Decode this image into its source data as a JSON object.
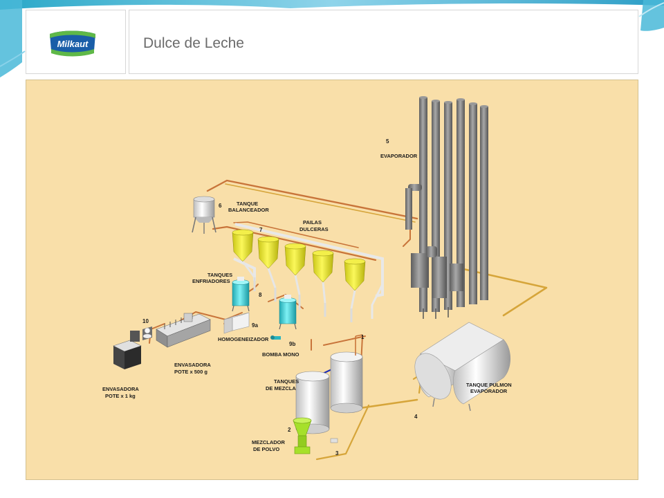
{
  "header": {
    "brand": "Milkaut",
    "title": "Dulce de Leche"
  },
  "diagram": {
    "labels": {
      "evaporador_num": "5",
      "evaporador": "EVAPORADOR",
      "tanque_bal_num": "6",
      "tanque_bal_1": "TANQUE",
      "tanque_bal_2": "BALANCEADOR",
      "pailas_num": "7",
      "pailas_1": "PAILAS",
      "pailas_2": "DULCERAS",
      "enfriadores_1": "TANQUES",
      "enfriadores_2": "ENFRIADORES",
      "enfriadores_num": "8",
      "envasadora_num": "10",
      "homog_num": "9a",
      "homog": "HOMOGENEIZADOR",
      "bomba_num": "9b",
      "bomba": "BOMBA MONO",
      "env500_1": "ENVASADORA",
      "env500_2": "POTE x 500 g",
      "env1kg_1": "ENVASADORA",
      "env1kg_2": "POTE x 1 kg",
      "mezcla_num": "1",
      "mezcla_1": "TANQUES",
      "mezcla_2": "DE MEZCLA",
      "mezclador_num": "2",
      "mezclador_1": "MEZCLADOR",
      "mezclador_2": "DE POLVO",
      "bomba3_num": "3",
      "pulmon_1": "TANQUE PULMON",
      "pulmon_2": "EVAPORADOR",
      "pulmon_num": "4"
    }
  },
  "colors": {
    "diagram_bg": "#f9dfa9",
    "pipe_main": "#d6a53a",
    "pipe_return": "#c8743a",
    "pipe_blue": "#1f2fb8",
    "pailas": "#e6e33a",
    "enfriadores": "#3fd0d6",
    "evaporador": "#7d7d7d",
    "tanks": "#e4e4e4",
    "mixer": "#a6e02a"
  }
}
